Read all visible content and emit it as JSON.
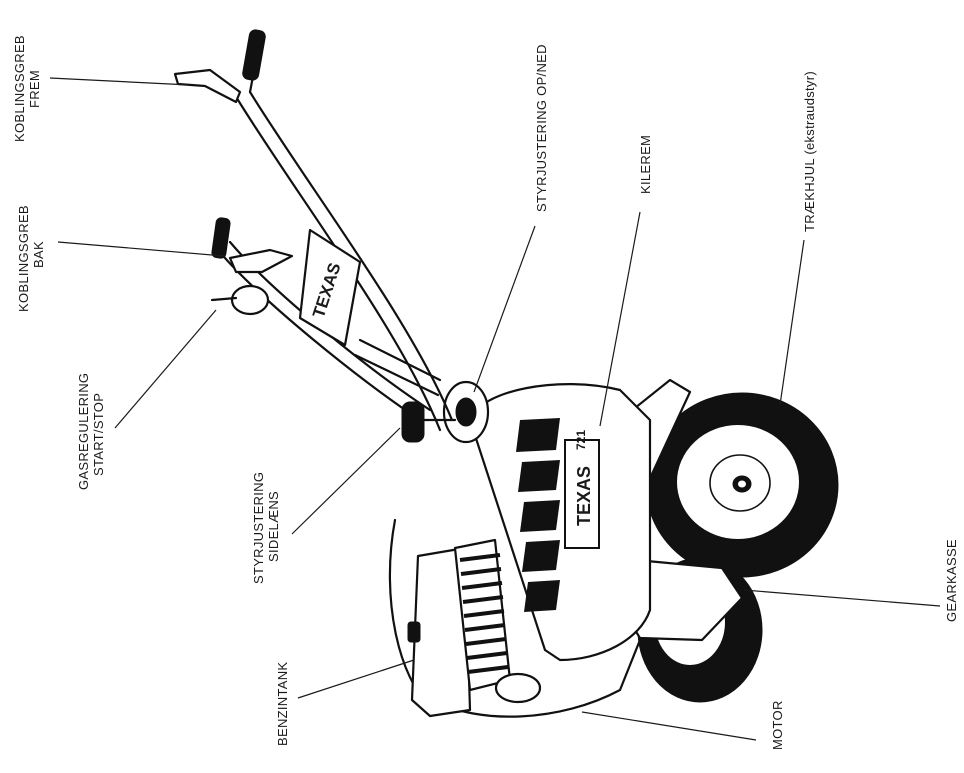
{
  "labels": {
    "koblingsgreb_frem": [
      "KOBLINGSGREB",
      "FREM"
    ],
    "koblingsgreb_bak": [
      "KOBLINGSGREB",
      "BAK"
    ],
    "gasregulering": [
      "GASREGULERING",
      "START/STOP"
    ],
    "styrjustering_sidelaens": [
      "STYRJUSTERING",
      "SIDELÆNS"
    ],
    "benzintank": "BENZINTANK",
    "styrjustering_op_ned": "STYRJUSTERING OP/NED",
    "kilerem": "KILEREM",
    "traekhjul": "TRÆKHJUL (ekstraudstyr)",
    "gearkasse": "GEARKASSE",
    "motor": "MOTOR"
  },
  "machine": {
    "brand": "TEXAS",
    "model": "721"
  }
}
